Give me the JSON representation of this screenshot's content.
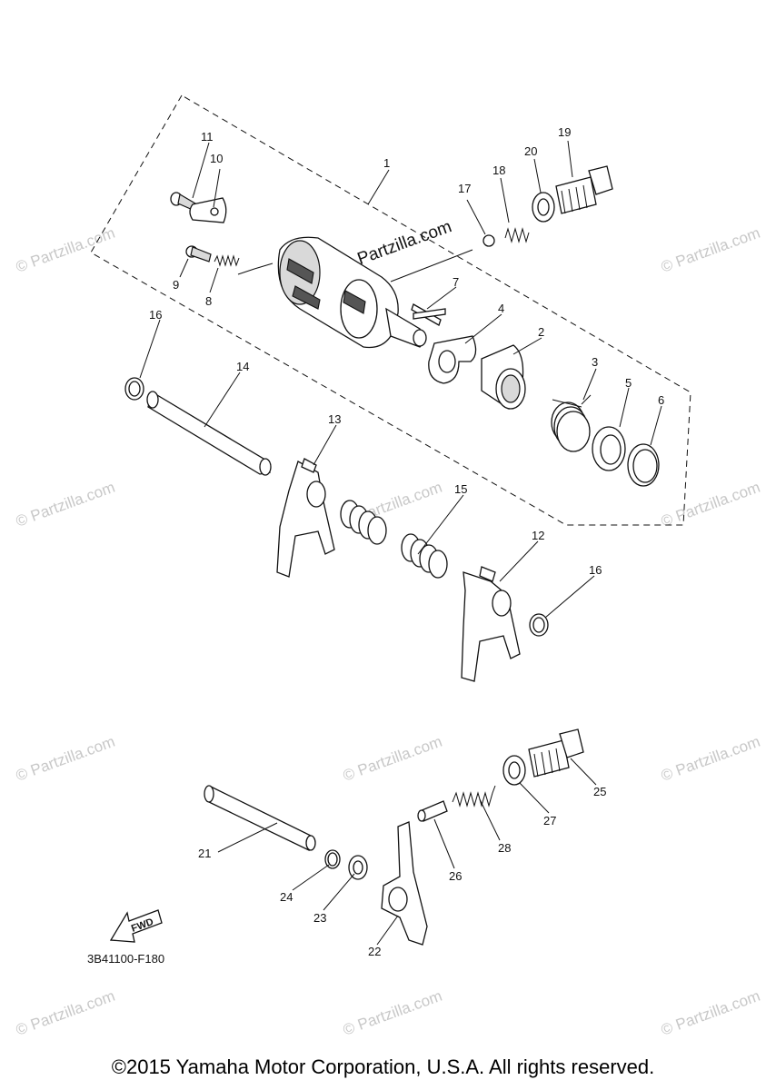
{
  "watermark": "© Partzilla.com",
  "watermark_center": "© Partzilla.com",
  "diagram_code": "3B41100-F180",
  "fwd_label": "FWD",
  "copyright": "©2015 Yamaha Motor Corporation, U.S.A. All rights reserved.",
  "callouts": {
    "c1": "1",
    "c2": "2",
    "c3": "3",
    "c4": "4",
    "c5": "5",
    "c6": "6",
    "c7": "7",
    "c8": "8",
    "c9": "9",
    "c10": "10",
    "c11": "11",
    "c12": "12",
    "c13": "13",
    "c14": "14",
    "c15": "15",
    "c16a": "16",
    "c16b": "16",
    "c17": "17",
    "c18": "18",
    "c19": "19",
    "c20": "20",
    "c21": "21",
    "c22": "22",
    "c23": "23",
    "c24": "24",
    "c25": "25",
    "c26": "26",
    "c27": "27",
    "c28": "28"
  }
}
